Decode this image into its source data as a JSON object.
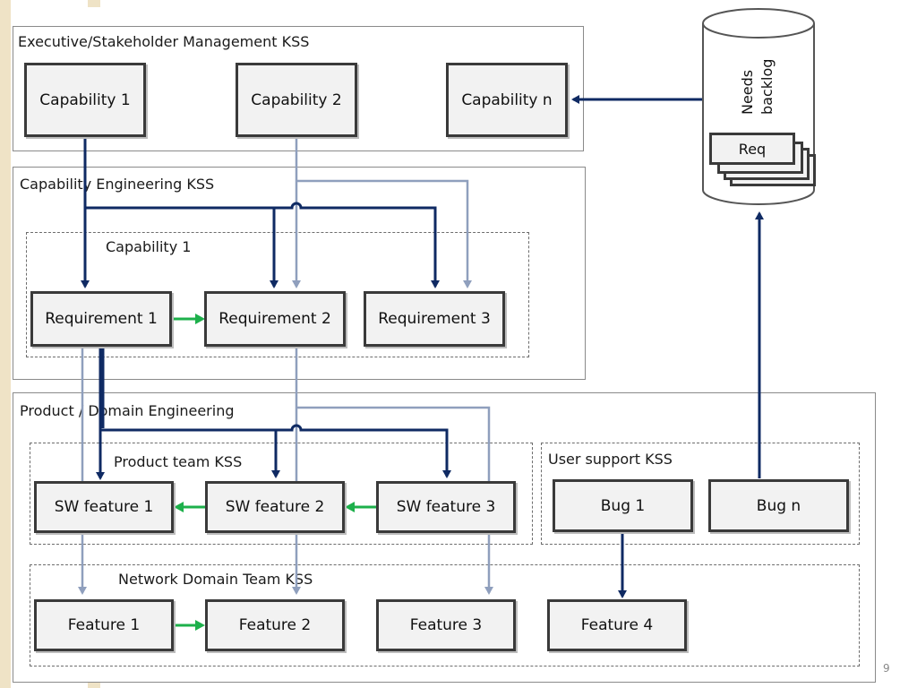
{
  "sections": {
    "executive": "Executive/Stakeholder Management KSS",
    "capability_engineering": "Capability Engineering KSS",
    "product_domain": "Product / Domain Engineering"
  },
  "groups": {
    "capability1": "Capability 1",
    "product_team": "Product team KSS",
    "user_support": "User support KSS",
    "network_domain": "Network Domain Team KSS"
  },
  "capabilities": [
    "Capability 1",
    "Capability 2",
    "Capability n"
  ],
  "requirements": [
    "Requirement 1",
    "Requirement 2",
    "Requirement 3"
  ],
  "sw_features": [
    "SW feature 1",
    "SW feature 2",
    "SW feature 3"
  ],
  "bugs": [
    "Bug 1",
    "Bug n"
  ],
  "features": [
    "Feature 1",
    "Feature 2",
    "Feature 3",
    "Feature 4"
  ],
  "backlog": {
    "title_line1": "Needs",
    "title_line2": "backlog",
    "card": "Req"
  },
  "page_number": "9",
  "colors": {
    "dark_arrow": "#0f2a63",
    "light_arrow": "#8f9fbd",
    "green_arrow": "#1db04b"
  }
}
